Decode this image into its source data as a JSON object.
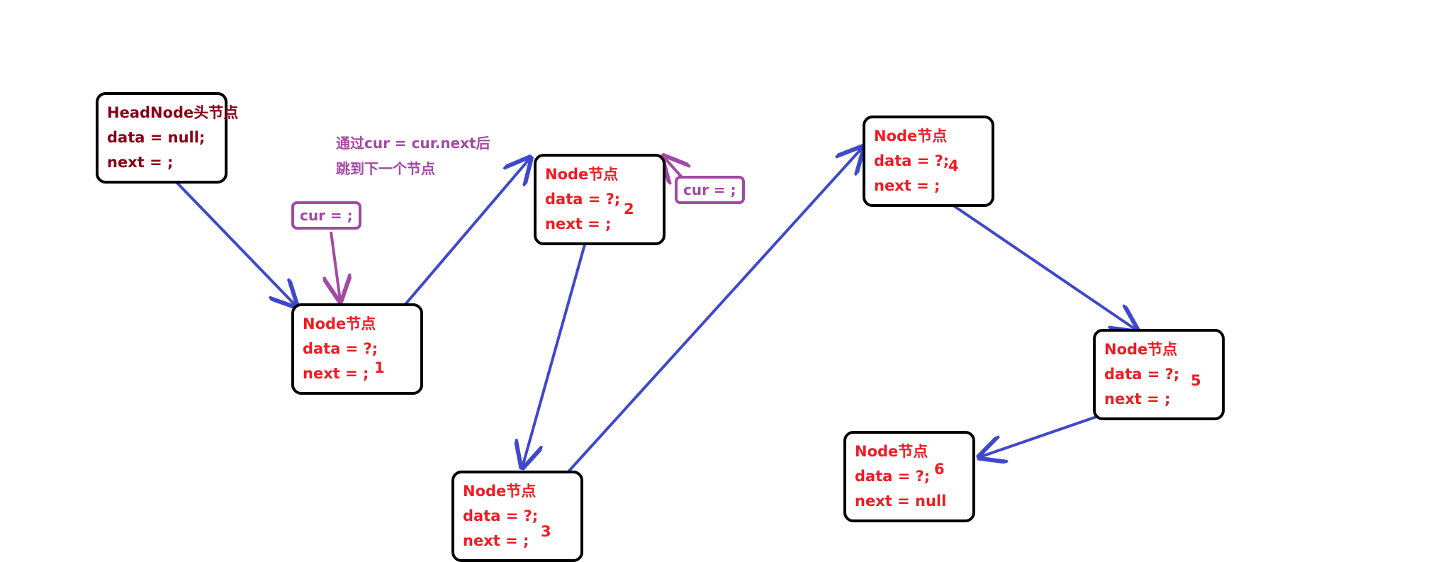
{
  "colors": {
    "node_text": "#ee1c24",
    "head_text": "#880015",
    "pointer_arrow": "#3f48cc",
    "cur_marker": "#a349a4",
    "border": "#000000"
  },
  "head": {
    "title": "HeadNode头节点",
    "data": "data = null;",
    "next": "next = ;"
  },
  "nodes": [
    {
      "title": "Node节点",
      "data": "data = ?;",
      "next": "next = ;",
      "index": "1"
    },
    {
      "title": "Node节点",
      "data": "data = ?;",
      "next": "next = ;",
      "index": "2"
    },
    {
      "title": "Node节点",
      "data": "data = ?;",
      "next": "next = ;",
      "index": "3"
    },
    {
      "title": "Node节点",
      "data": "data = ?;",
      "next": "next = ;",
      "index": "4"
    },
    {
      "title": "Node节点",
      "data": "data = ?;",
      "next": "next = ;",
      "index": "5"
    },
    {
      "title": "Node节点",
      "data": "data = ?;",
      "next": "next = null",
      "index": "6"
    }
  ],
  "cur_pointers": [
    {
      "label": "cur = ;"
    },
    {
      "label": "cur = ;"
    }
  ],
  "annotation": {
    "line1": "通过cur = cur.next后",
    "line2": "跳到下一个节点"
  }
}
